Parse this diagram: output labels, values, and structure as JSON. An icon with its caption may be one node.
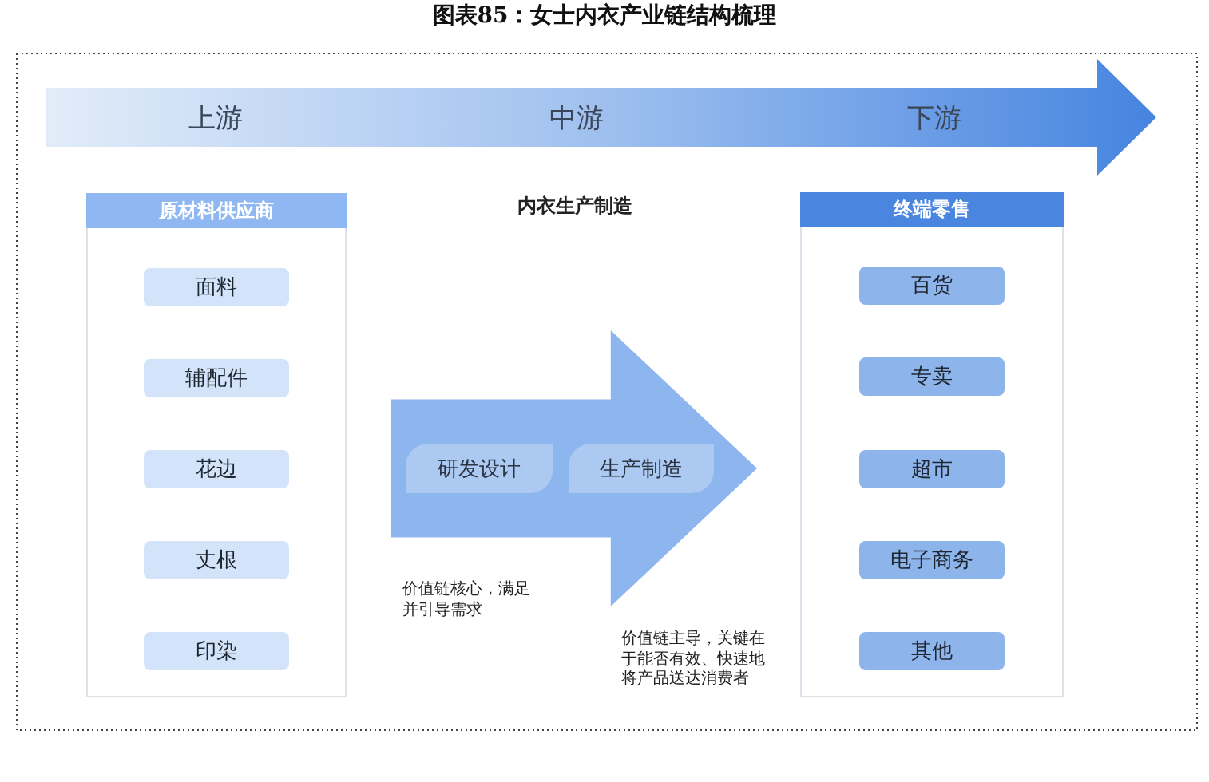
{
  "diagram": {
    "title": "图表85：女士内衣产业链结构梳理",
    "nodes": [
      {
        "text": [
          "上游",
          "中游",
          "下游"
        ]
      },
      {
        "text": [
          "原材料供应商"
        ]
      },
      {
        "text": [
          "面料"
        ],
        "in": 1
      },
      {
        "text": [
          "辅配件"
        ],
        "in": 1
      },
      {
        "text": [
          "花边"
        ],
        "in": 1
      },
      {
        "text": [
          "丈根"
        ],
        "in": 1
      },
      {
        "text": [
          "印染"
        ],
        "in": 1
      },
      {
        "text": [],
        "shape": "arrow"
      },
      {
        "text": [
          "研发设计"
        ],
        "in": 7
      },
      {
        "text": [
          "生产制造"
        ],
        "in": 7
      },
      {
        "text": [
          "终端零售"
        ]
      },
      {
        "text": [
          "百货"
        ],
        "in": 10
      },
      {
        "text": [
          "专卖"
        ],
        "in": 10
      },
      {
        "text": [
          "超市"
        ],
        "in": 10
      },
      {
        "text": [
          "电子商务"
        ],
        "in": 10
      },
      {
        "text": [
          "其他"
        ],
        "in": 10
      }
    ],
    "labels": [
      "内衣生产制造",
      "价值链核心，满足并引导需求",
      "价值链主导，关键在于能否有效、快速地将产品送达消费者"
    ]
  }
}
